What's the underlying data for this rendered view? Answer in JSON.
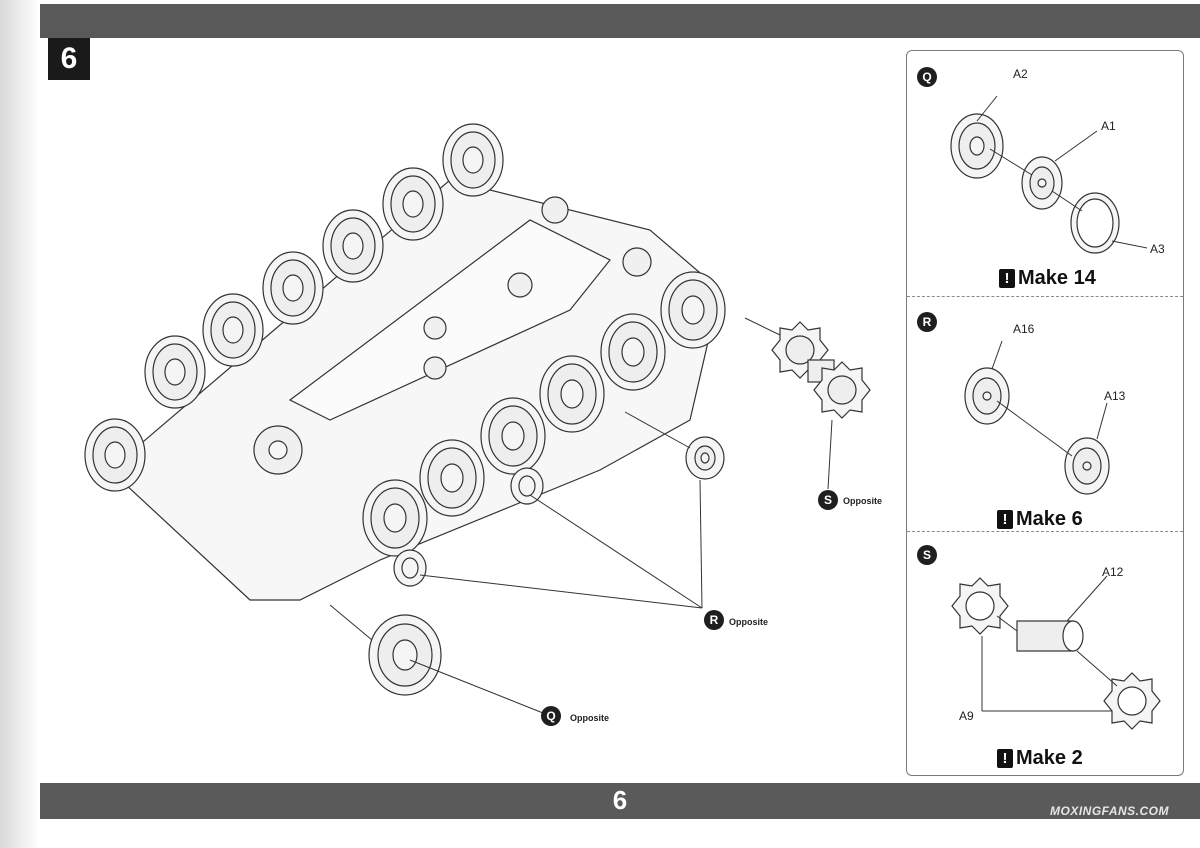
{
  "header": {
    "step_number": "6"
  },
  "footer": {
    "page_number": "6"
  },
  "main_diagram": {
    "callouts": [
      {
        "letter": "S",
        "note": "Opposite"
      },
      {
        "letter": "R",
        "note": "Opposite"
      },
      {
        "letter": "Q",
        "note": "Opposite"
      }
    ]
  },
  "side_panel": {
    "sections": [
      {
        "letter": "Q",
        "parts": [
          "A2",
          "A1",
          "A3"
        ],
        "make_label": "Make 14"
      },
      {
        "letter": "R",
        "parts": [
          "A16",
          "A13"
        ],
        "make_label": "Make 6"
      },
      {
        "letter": "S",
        "parts": [
          "A12",
          "A9"
        ],
        "make_label": "Make 2"
      }
    ]
  },
  "watermark": "MOXINGFANS.COM"
}
